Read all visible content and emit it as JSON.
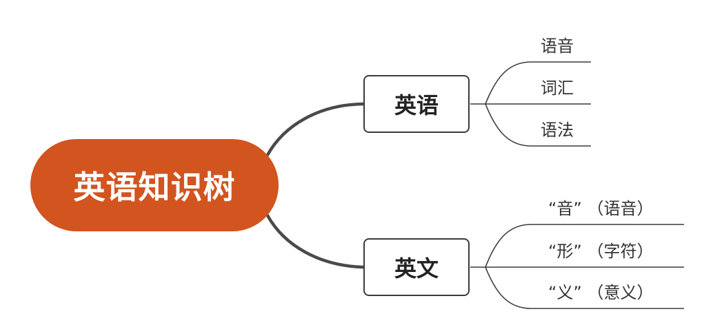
{
  "colors": {
    "root_fill": "#d2541f",
    "connector": "#4a4a4a",
    "leaf_line": "#3a3a3a"
  },
  "root": {
    "label": "英语知识树"
  },
  "branches": [
    {
      "label": "英语",
      "leaves": [
        "语音",
        "词汇",
        "语法"
      ]
    },
    {
      "label": "英文",
      "leaves": [
        "“音” （语音）",
        "“形” （字符）",
        "“义” （意义）"
      ]
    }
  ]
}
